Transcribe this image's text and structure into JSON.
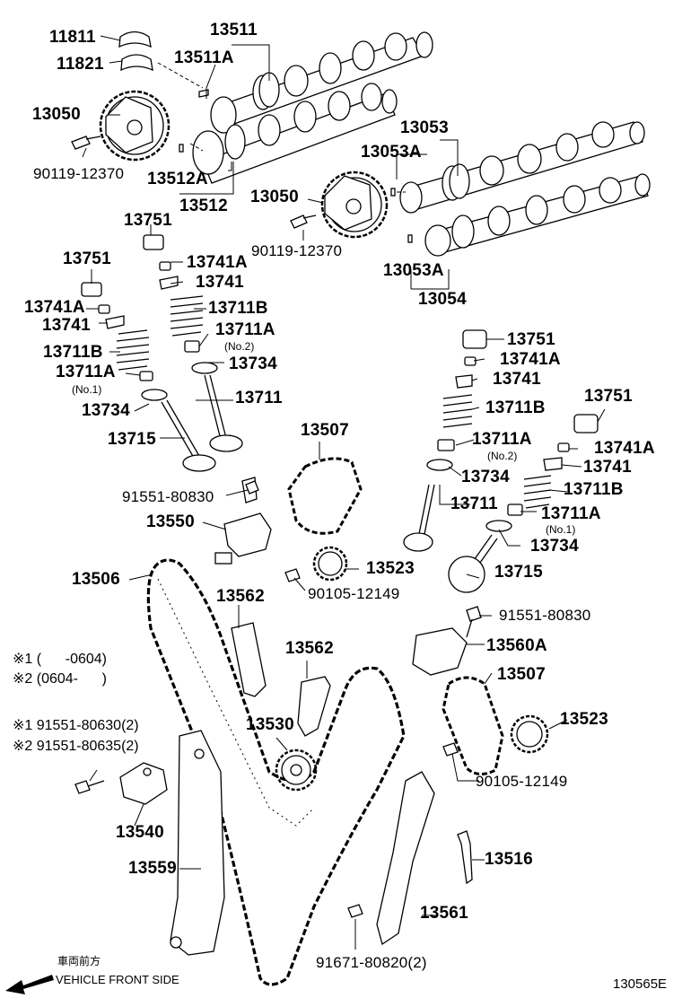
{
  "labels": {
    "l11811": "11811",
    "l11821": "11821",
    "l13511": "13511",
    "l13511A": "13511A",
    "l13050a": "13050",
    "l90119a": "90119-12370",
    "l13512A": "13512A",
    "l13512": "13512",
    "l13053": "13053",
    "l13053A_top": "13053A",
    "l13050b": "13050",
    "l90119b": "90119-12370",
    "l13053A_bot": "13053A",
    "l13054": "13054",
    "l13751a": "13751",
    "l13741Aa": "13741A",
    "l13741a": "13741",
    "l13711Ba": "13711B",
    "l13711Aa": "13711A",
    "l13734a": "13734",
    "l13711a": "13711",
    "l13751b": "13751",
    "l13741Ab": "13741A",
    "l13741b": "13741",
    "l13711Bb": "13711B",
    "l13711Ab": "13711A",
    "l13734b": "13734",
    "l13715a": "13715",
    "l13507a": "13507",
    "l91551a": "91551-80830",
    "l13550": "13550",
    "l13523a": "13523",
    "l90105a": "90105-12149",
    "l13506": "13506",
    "l13562a": "13562",
    "l13562b": "13562",
    "l13530": "13530",
    "l13751c": "13751",
    "l13741Ac": "13741A",
    "l13741c": "13741",
    "l13711Bc": "13711B",
    "l13711Ac": "13711A",
    "l13734c": "13734",
    "l13711c": "13711",
    "l13751d": "13751",
    "l13741Ad": "13741A",
    "l13741d": "13741",
    "l13711Bd": "13711B",
    "l13711Ad": "13711A",
    "l13734d": "13734",
    "l13715b": "13715",
    "l91551b": "91551-80830",
    "l13560A": "13560A",
    "l13507b": "13507",
    "l13523b": "13523",
    "l90105b": "90105-12149",
    "l13540": "13540",
    "l13559": "13559",
    "l13516": "13516",
    "l13561": "13561",
    "l91671": "91671-80820(2)"
  },
  "small_notes": {
    "no2_a": "(No.2)",
    "no1_a": "(No.1)",
    "no2_b": "(No.2)",
    "no1_b": "(No.1)"
  },
  "footnotes": {
    "note1": "※1 (      -0604)",
    "note2": "※2 (0604-      )",
    "note3": "※1 91551-80630(2)",
    "note4": "※2 91551-80635(2)"
  },
  "legend": {
    "japanese": "車両前方",
    "english": "VEHICLE FRONT SIDE",
    "arrow_icon": "arrow-left-down-icon"
  },
  "figure_code": "130565E"
}
